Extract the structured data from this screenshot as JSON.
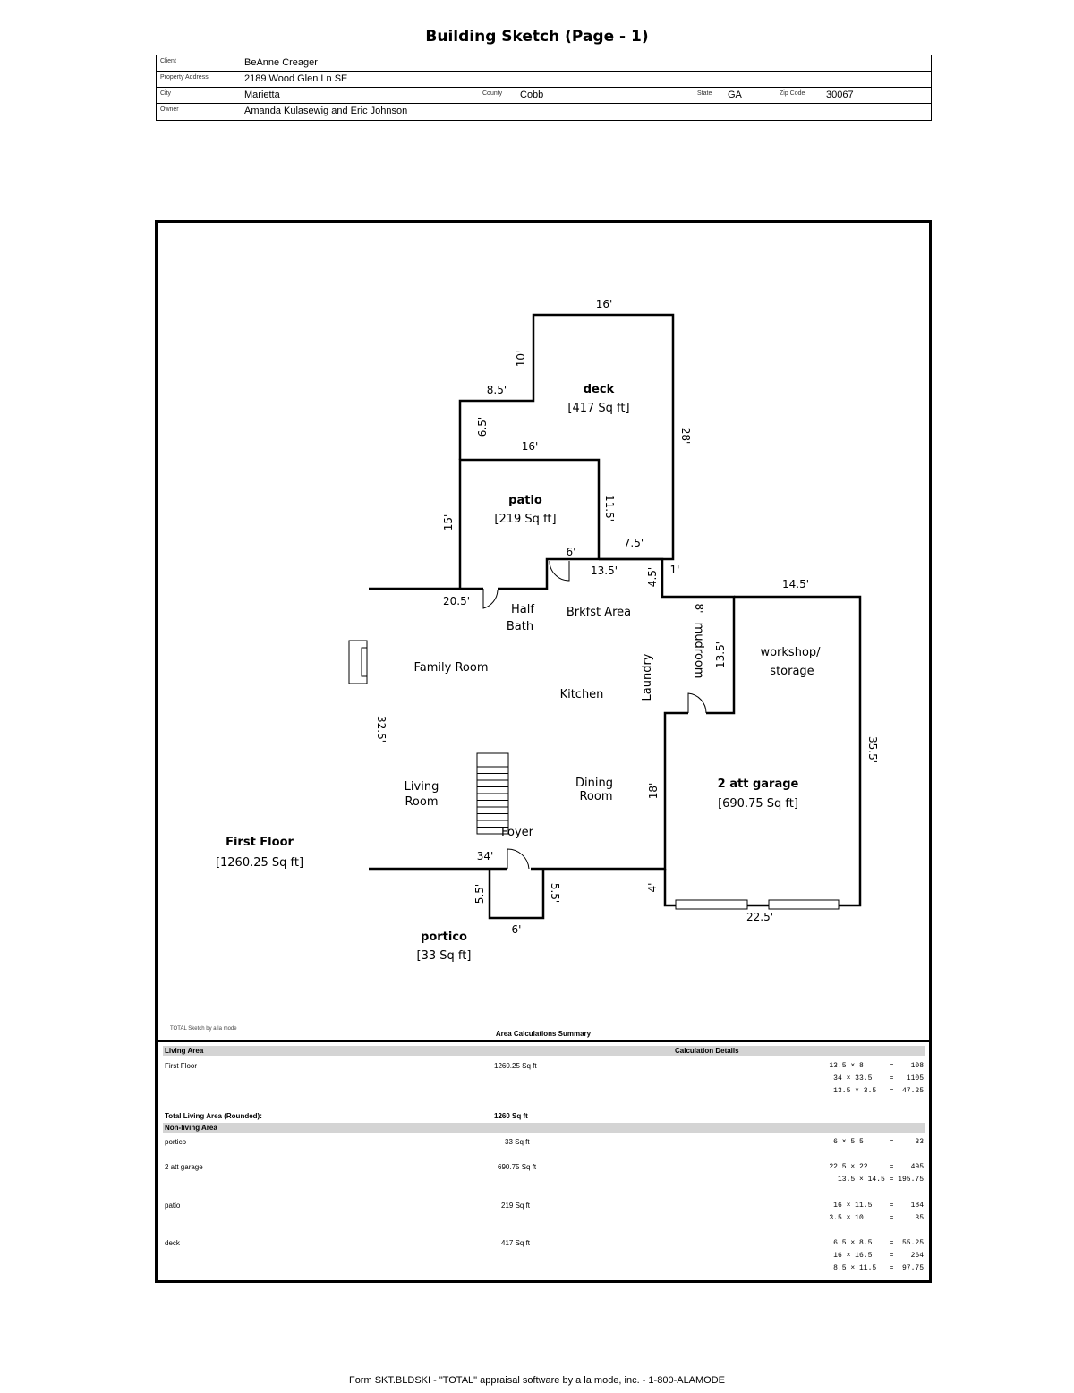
{
  "page": {
    "title": "Building Sketch (Page - 1)",
    "footer": "Form SKT.BLDSKI - \"TOTAL\" appraisal software by a la mode, inc. - 1-800-ALAMODE"
  },
  "header": {
    "client_label": "Client",
    "client": "BeAnne Creager",
    "address_label": "Property Address",
    "address": "2189 Wood Glen Ln SE",
    "city_label": "City",
    "city": "Marietta",
    "county_label": "County",
    "county": "Cobb",
    "state_label": "State",
    "state": "GA",
    "zip_label": "Zip Code",
    "zip": "30067",
    "owner_label": "Owner",
    "owner": "Amanda Kulasewig and Eric Johnson"
  },
  "sketch": {
    "first_floor_title": "First Floor",
    "first_floor_area": "[1260.25 Sq ft]",
    "deck_title": "deck",
    "deck_area": "[417 Sq ft]",
    "patio_title": "patio",
    "patio_area": "[219 Sq ft]",
    "garage_title": "2 att garage",
    "garage_area": "[690.75 Sq ft]",
    "portico_title": "portico",
    "portico_area": "[33 Sq ft]",
    "rooms": {
      "half": "Half",
      "bath": "Bath",
      "brkfst": "Brkfst Area",
      "family": "Family Room",
      "kitchen": "Kitchen",
      "laundry": "Laundry",
      "mudroom": "mudroom",
      "workshop": "workshop/",
      "storage": "storage",
      "living": "Living",
      "living_room": "Room",
      "dining": "Dining",
      "dining_room": "Room",
      "foyer": "Foyer"
    },
    "dims": {
      "deck_top": "16'",
      "deck_left_upper": "10'",
      "deck_step": "8.5'",
      "deck_left_lower": "6.5'",
      "deck_right": "28'",
      "patio_top": "16'",
      "patio_left": "15'",
      "patio_right": "11.5'",
      "patio_bottom": "7.5'",
      "jog_6": "6'",
      "brkfst_width": "13.5'",
      "right_4_5": "4.5'",
      "right_1": "1'",
      "main_top_left": "20.5'",
      "garage_top": "14.5'",
      "mud_8": "8'",
      "mud_13_5": "13.5'",
      "main_left": "32.5'",
      "main_right_18": "18'",
      "main_bottom": "34'",
      "portico_left": "5.5'",
      "portico_right": "5.5'",
      "portico_bottom": "6'",
      "garage_left_4": "4'",
      "garage_bottom": "22.5'",
      "garage_right": "35.5'"
    }
  },
  "summary": {
    "credit": "TOTAL Sketch by a la mode",
    "title": "Area Calculations Summary",
    "living_header": "Living Area",
    "calc_header": "Calculation Details",
    "first_floor_label": "First Floor",
    "first_floor_value": "1260.25 Sq ft",
    "first_floor_calcs": [
      "13.5 × 8      =    108",
      "34 × 33.5    =   1105",
      "13.5 × 3.5   =  47.25"
    ],
    "total_label": "Total Living Area (Rounded):",
    "total_value": "1260 Sq ft",
    "nonliving_header": "Non-living Area",
    "items": [
      {
        "name": "portico",
        "value": "33 Sq ft",
        "calcs": [
          "6 × 5.5      =     33"
        ]
      },
      {
        "name": "2 att garage",
        "value": "690.75 Sq ft",
        "calcs": [
          "22.5 × 22     =    495",
          "13.5 × 14.5 = 195.75"
        ]
      },
      {
        "name": "patio",
        "value": "219 Sq ft",
        "calcs": [
          "16 × 11.5    =    184",
          "3.5 × 10      =     35"
        ]
      },
      {
        "name": "deck",
        "value": "417 Sq ft",
        "calcs": [
          "6.5 × 8.5    =  55.25",
          "16 × 16.5    =    264",
          "8.5 × 11.5   =  97.75"
        ]
      }
    ]
  }
}
